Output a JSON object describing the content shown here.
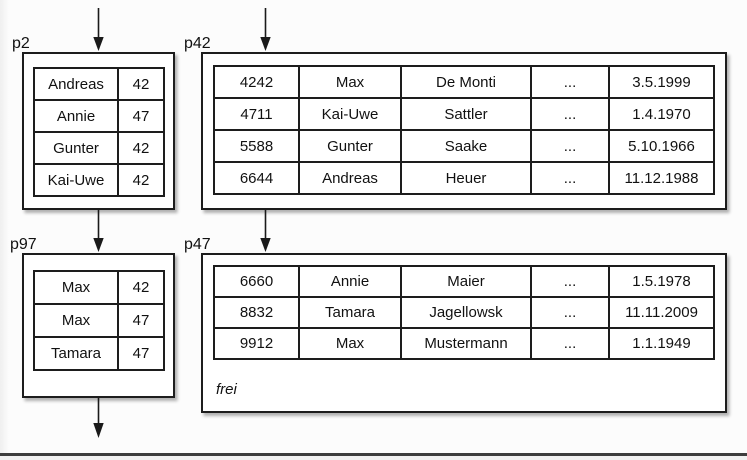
{
  "colors": {
    "line": "#1a1a1a",
    "box_border": "#1d1d1d",
    "box_fill": "#ffffff",
    "background": "#fcfcfc",
    "bottom_rule": "#3d3d3d"
  },
  "pages": [
    {
      "label": "p2",
      "rows": [
        [
          "Andreas",
          "42"
        ],
        [
          "Annie",
          "47"
        ],
        [
          "Gunter",
          "42"
        ],
        [
          "Kai-Uwe",
          "42"
        ]
      ]
    },
    {
      "label": "p42",
      "rows": [
        [
          "4242",
          "Max",
          "De Monti",
          "...",
          "3.5.1999"
        ],
        [
          "4711",
          "Kai-Uwe",
          "Sattler",
          "...",
          "1.4.1970"
        ],
        [
          "5588",
          "Gunter",
          "Saake",
          "...",
          "5.10.1966"
        ],
        [
          "6644",
          "Andreas",
          "Heuer",
          "...",
          "11.12.1988"
        ]
      ]
    },
    {
      "label": "p97",
      "rows": [
        [
          "Max",
          "42"
        ],
        [
          "Max",
          "47"
        ],
        [
          "Tamara",
          "47"
        ]
      ]
    },
    {
      "label": "p47",
      "rows": [
        [
          "6660",
          "Annie",
          "Maier",
          "...",
          "1.5.1978"
        ],
        [
          "8832",
          "Tamara",
          "Jagellowsk",
          "...",
          "11.11.2009"
        ],
        [
          "9912",
          "Max",
          "Mustermann",
          "...",
          "1.1.1949"
        ]
      ],
      "footer": "frei"
    }
  ],
  "arrows": [
    {
      "name": "arrow-into-p2"
    },
    {
      "name": "arrow-into-p42"
    },
    {
      "name": "arrow-p2-to-p97"
    },
    {
      "name": "arrow-p42-to-p47"
    },
    {
      "name": "arrow-out-of-p97"
    }
  ]
}
